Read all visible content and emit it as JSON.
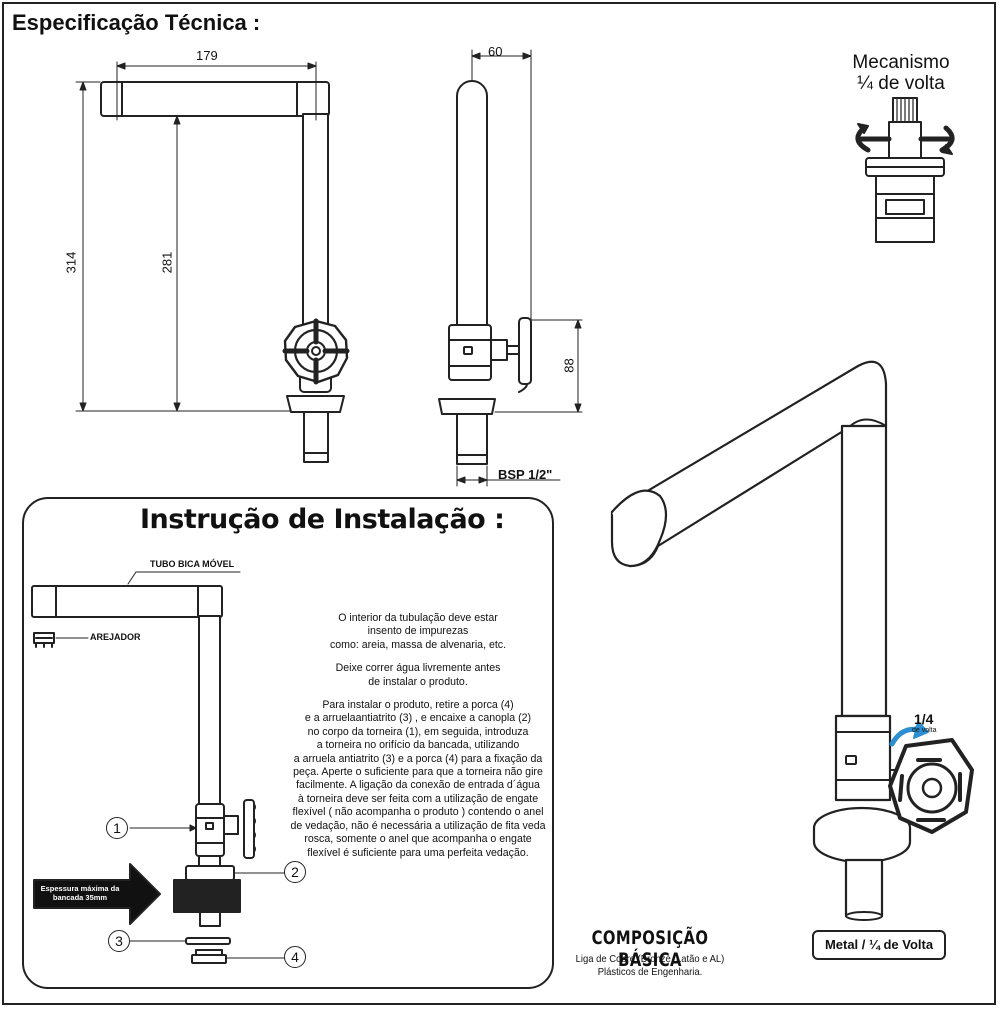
{
  "header": {
    "title": "Especificação Técnica :"
  },
  "dimensions": {
    "width": "179",
    "height_total": "314",
    "height_spout": "281",
    "depth": "60",
    "handle_height": "88",
    "thread": "BSP 1/2\""
  },
  "mechanism": {
    "line1": "Mecanismo",
    "line2": "¼ de volta"
  },
  "installation": {
    "title": "Instrução de Instalação :",
    "label_tube": "TUBO BICA MÓVEL",
    "label_aerator": "AREJADOR",
    "note_counter": "Espessura máxima da bancada 35mm",
    "callouts": [
      "1",
      "2",
      "3",
      "4"
    ],
    "paragraphs": [
      "O interior da tubulação deve estar\ninsento de impurezas\ncomo: areia, massa de alvenaria, etc.",
      "Deixe correr água livremente antes\nde instalar o produto.",
      "Para instalar o produto, retire a porca (4)\ne a arruelaantiatrito (3) , e encaixe a canopla (2)\nno corpo da torneira (1), em seguida, introduza\na torneira no orifício da bancada, utilizando\na arruela antiatrito (3) e a porca (4) para a fixação da\npeça. Aperte o suficiente para que a torneira não gire\nfacilmente. A ligação da conexão de entrada d´água\nà torneira deve ser feita com a utilização de engate\nflexível ( não acompanha o produto ) contendo o anel\nde vedação, não é necessária a utilização de fita veda\nrosca, somente o anel que acompanha o engate\nflexível é suficiente para uma  perfeita vedação."
    ]
  },
  "composition": {
    "title": "COMPOSIÇÃO BÁSICA",
    "line1": "Liga de Cobre (Bronze, Latão e AL)",
    "line2": "Plásticos de Engenharia."
  },
  "product": {
    "quarter": "1/4",
    "quarter_sub": "de volta",
    "badge": "Metal / ¼ de Volta"
  }
}
